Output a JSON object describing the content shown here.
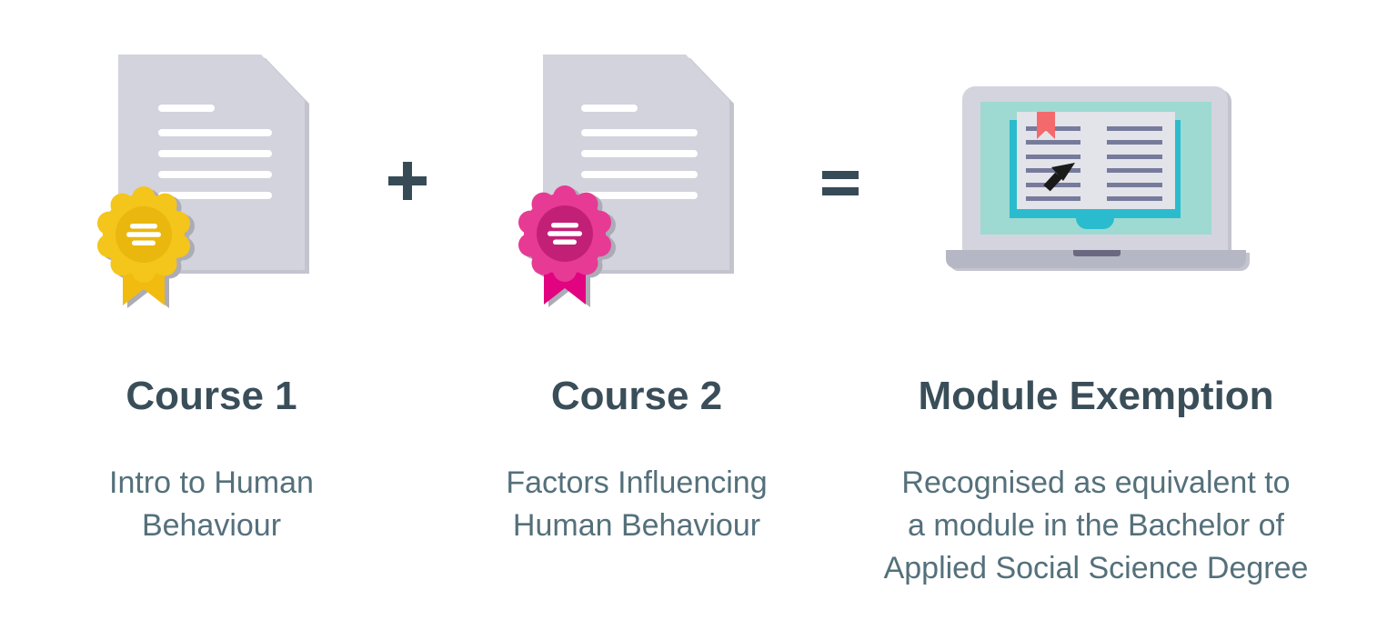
{
  "diagram": {
    "type": "equation-infographic",
    "topic": "course credits leading to a module exemption"
  },
  "columns": [
    {
      "id": "course-1",
      "icon": "gold-rosette-certificate-icon",
      "title": "Course 1",
      "description": "Intro to Human Behaviour",
      "description_lines": [
        "Intro to Human",
        "Behaviour"
      ]
    },
    {
      "id": "course-2",
      "icon": "pink-rosette-certificate-icon",
      "title": "Course 2",
      "description": "Factors Influencing Human Behaviour",
      "description_lines": [
        "Factors Influencing",
        "Human Behaviour"
      ]
    },
    {
      "id": "module-exemption",
      "icon": "laptop-ebook-icon",
      "title": "Module Exemption",
      "description": "Recognised as equivalent to a module in the Bachelor of Applied Social Science Degree",
      "description_lines": [
        "Recognised as equivalent to",
        "a module in the Bachelor of",
        "Applied Social Science Degree"
      ]
    }
  ],
  "operators": {
    "plus": "+",
    "equals": "="
  },
  "colors": {
    "heading_text": "#3A4E59",
    "body_text": "#54707B",
    "operator": "#364B56",
    "document": "#D2D3DC",
    "document_line": "#FFFFFF",
    "shadow": "#C3C4CE",
    "badge_shadow": "#ABACB6",
    "gold_badge_outer": "#F4C51B",
    "gold_badge_inner": "#E9B70E",
    "gold_ribbon": "#F1BB10",
    "pink_badge_outer": "#E73A95",
    "pink_badge_inner": "#C22077",
    "pink_ribbon": "#E20380",
    "laptop_frame": "#D3D4DE",
    "laptop_base": "#B6B7C4",
    "laptop_notch": "#6A6881",
    "screen": "#9EDAD2",
    "book_cover": "#2ABCCE",
    "book_pages": "#E3E3EA",
    "book_text_line": "#777B9B",
    "bookmark": "#F4696C",
    "cursor": "#1A1A1A"
  }
}
